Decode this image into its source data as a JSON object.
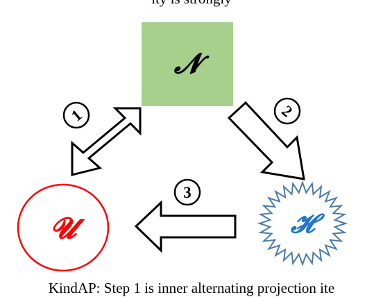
{
  "top_text": "ity is strongly",
  "nodes": {
    "n": {
      "label": "𝓝",
      "fill": "#a8d08d"
    },
    "u": {
      "label": "𝓤",
      "color": "#ff0000"
    },
    "h": {
      "label": "𝓗",
      "color": "#1f77c9",
      "burst_color": "#4a7aa8"
    }
  },
  "steps": [
    "1",
    "2",
    "3"
  ],
  "caption": "KindAP: Step 1 is inner alternating projection ite"
}
